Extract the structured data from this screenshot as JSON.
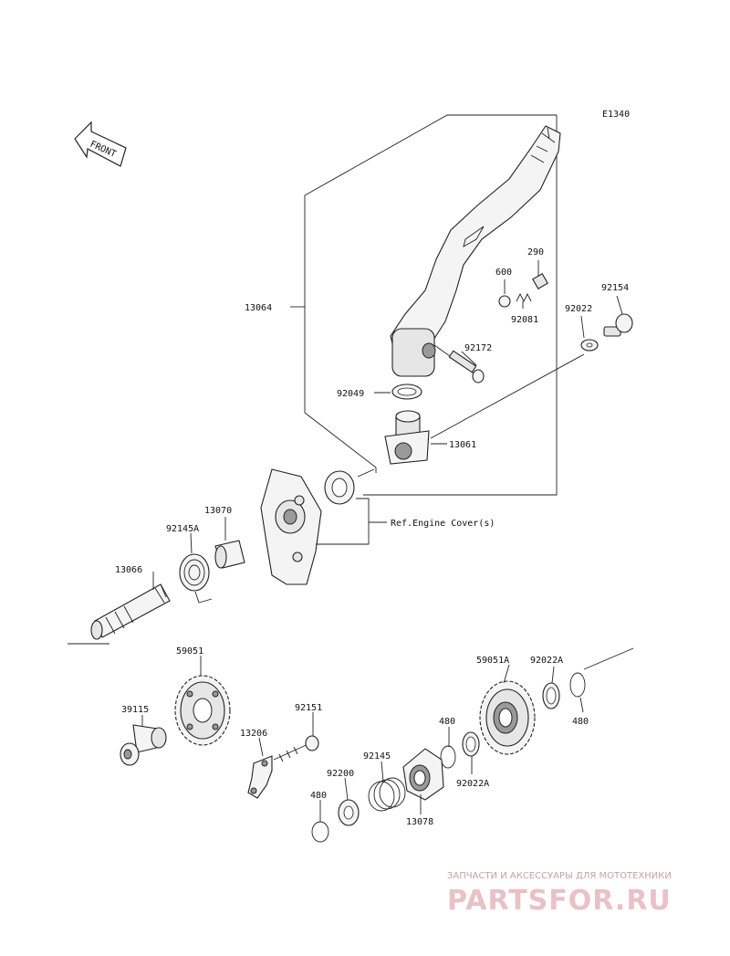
{
  "diagram_code": "E1340",
  "front_label": "FRONT",
  "reference_note": "Ref.Engine Cover(s)",
  "parts": {
    "p13064": "13064",
    "p290": "290",
    "p600": "600",
    "p92154": "92154",
    "p92022": "92022",
    "p92081": "92081",
    "p92172": "92172",
    "p92049": "92049",
    "p13061": "13061",
    "p13070": "13070",
    "p92145A": "92145A",
    "p13066": "13066",
    "p59051": "59051",
    "p59051A": "59051A",
    "p92022A_top": "92022A",
    "p480_right": "480",
    "p480_mid": "480",
    "p92022A_mid": "92022A",
    "p39115": "39115",
    "p92151": "92151",
    "p13206": "13206",
    "p92145": "92145",
    "p92200": "92200",
    "p13078": "13078",
    "p480_bottom": "480"
  },
  "watermark": {
    "tagline": "ЗАПЧАСТИ И АКСЕССУАРЫ ДЛЯ МОТОТЕХНИКИ",
    "brand": "PARTSFOR.RU"
  }
}
